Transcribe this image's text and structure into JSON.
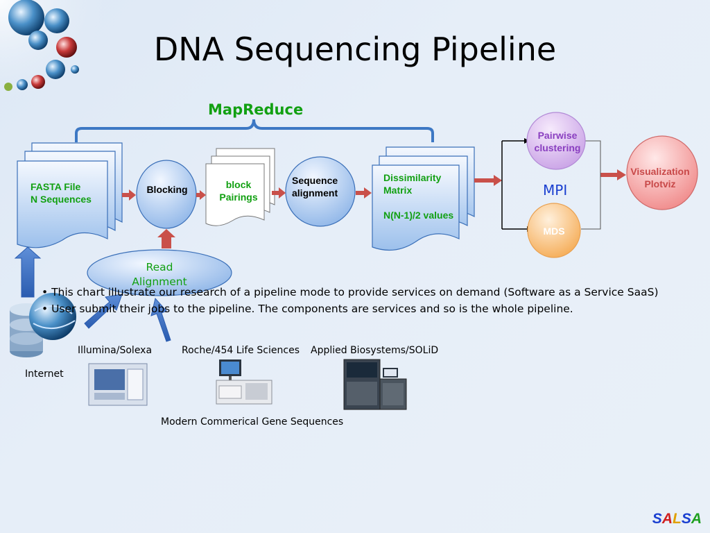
{
  "title": "DNA Sequencing Pipeline",
  "mapreduce_label": "MapReduce",
  "mpi_label": "MPI",
  "nodes": {
    "fasta": {
      "line1": "FASTA File",
      "line2": "N Sequences"
    },
    "blocking": "Blocking",
    "block_pairings": {
      "line1": "block",
      "line2": "Pairings"
    },
    "sequence_alignment": {
      "line1": "Sequence",
      "line2": "alignment"
    },
    "dissimilarity": {
      "line1": "Dissimilarity",
      "line2": "Matrix",
      "line3": "N(N-1)/2 values"
    },
    "pairwise": {
      "line1": "Pairwise",
      "line2": "clustering"
    },
    "mds": "MDS",
    "visualization": {
      "line1": "Visualization",
      "line2": "Plotviz"
    },
    "read_alignment": {
      "line1": "Read",
      "line2": "Alignment"
    }
  },
  "bullets": [
    "This chart illustrate our research of a pipeline mode to provide services on demand (Software as a Service SaaS)",
    "User submit their jobs to the pipeline.  The components are services and so is the whole pipeline."
  ],
  "sources": {
    "internet": "Internet",
    "illumina": "Illumina/Solexa",
    "roche": "Roche/454 Life Sciences",
    "applied": "Applied Biosystems/SOLiD",
    "caption": "Modern Commerical Gene Sequences"
  },
  "brand": {
    "s": "S",
    "a1": "A",
    "l": "L",
    "s2": "S",
    "a2": "A"
  }
}
